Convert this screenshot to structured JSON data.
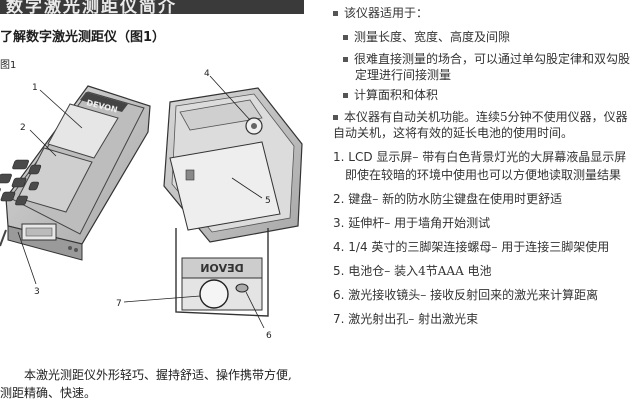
{
  "header": {
    "title": "数字激光测距仪简介"
  },
  "section": {
    "title": "了解数字激光测距仪（图1）",
    "figure_label": "图1"
  },
  "figure": {
    "callouts": [
      "1",
      "2",
      "3",
      "4",
      "5",
      "6",
      "7"
    ],
    "device_brand": "DEVON",
    "device_brand_mirrored": "DEVON"
  },
  "caption": {
    "line1": "本激光测距仪外形轻巧、握持舒适、操作携带方便,",
    "line2": "测距精确、快速。"
  },
  "info": {
    "usage_title": "该仪器适用于：",
    "usage_items": [
      "测量长度、宽度、高度及间隙",
      "很难直接测量的场合，可以通过单勾股定律和双勾股",
      "定理进行间接测量",
      "计算面积和体积"
    ],
    "auto_off_line1": "本仪器有自动关机功能。连续5分钟不使用仪器，仪器",
    "auto_off_line2": "自动关机，这将有效的延长电池的使用时间。"
  },
  "parts": [
    {
      "num": "1.",
      "name": "LCD",
      "text": "显示屏– 带有白色背景灯光的大屏幕液晶显示屏"
    },
    {
      "num": "",
      "name": "",
      "text": "即使在较暗的环境中使用也可以方便地读取测量结果"
    },
    {
      "num": "2.",
      "name": "",
      "text": "键盘– 新的防水防尘键盘在使用时更舒适"
    },
    {
      "num": "3.",
      "name": "",
      "text": "延伸杆– 用于墙角开始测试"
    },
    {
      "num": "4.",
      "name": "1/4",
      "text": "英寸的三脚架连接螺母– 用于连接三脚架使用"
    },
    {
      "num": "5.",
      "name": "",
      "text": "电池仓– 装入4节AAA 电池"
    },
    {
      "num": "6.",
      "name": "",
      "text": "激光接收镜头– 接收反射回来的激光来计算距离"
    },
    {
      "num": "7.",
      "name": "",
      "text": "激光射出孔– 射出激光束"
    }
  ]
}
